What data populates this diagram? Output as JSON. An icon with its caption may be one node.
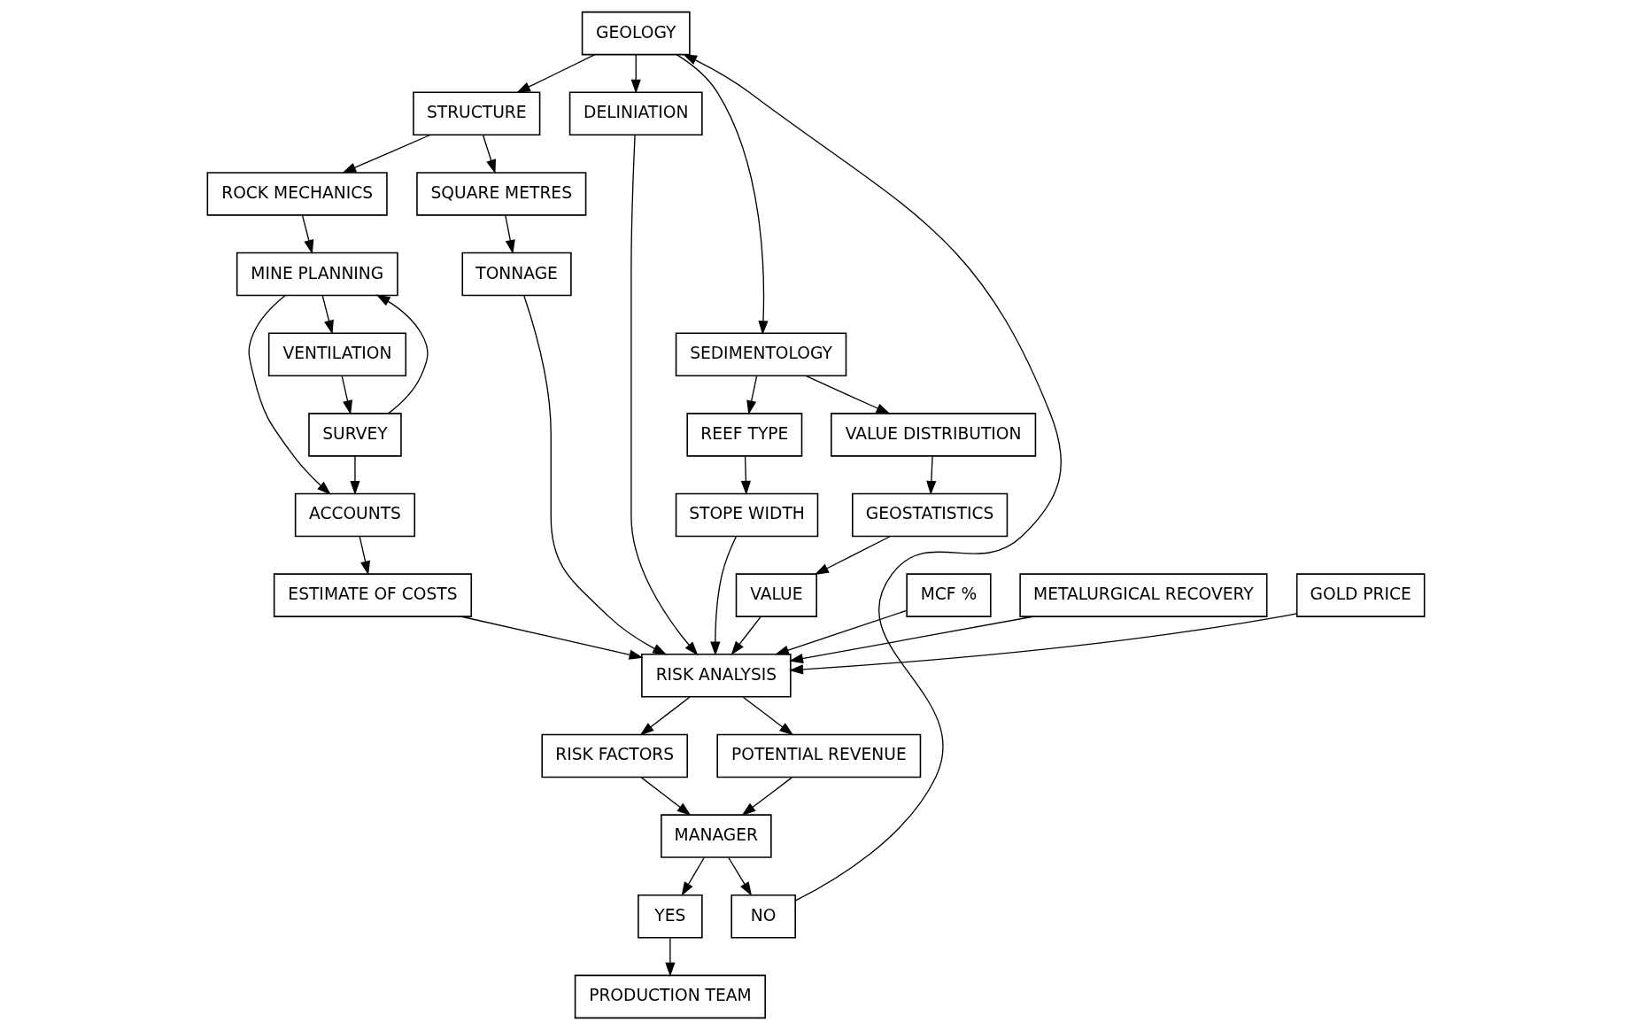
{
  "diagram": {
    "nodes": [
      {
        "text": [
          "GEOLOGY"
        ]
      },
      {
        "text": [
          "STRUCTURE"
        ]
      },
      {
        "text": [
          "DELINIATION"
        ]
      },
      {
        "text": [
          "SEDIMENTOLOGY"
        ]
      },
      {
        "text": [
          "REEF TYPE"
        ]
      },
      {
        "text": [
          "VALUE DISTRIBUTION"
        ]
      },
      {
        "text": [
          "ROCK MECHANICS"
        ]
      },
      {
        "text": [
          "SQUARE METRES"
        ]
      },
      {
        "text": [
          "STOPE WIDTH"
        ]
      },
      {
        "text": [
          "GEOSTATISTICS"
        ]
      },
      {
        "text": [
          "TONNAGE"
        ]
      },
      {
        "text": [
          "VALUE"
        ]
      },
      {
        "text": [
          "ACCOUNTS"
        ]
      },
      {
        "text": [
          "MCF %"
        ]
      },
      {
        "text": [
          "RISK ANALYSIS"
        ]
      },
      {
        "text": [
          "METALURGICAL RECOVERY"
        ]
      },
      {
        "text": [
          "ESTIMATE OF COSTS"
        ]
      },
      {
        "text": [
          "GOLD PRICE"
        ]
      },
      {
        "text": [
          "MINE PLANNING"
        ]
      },
      {
        "text": [
          "RISK FACTORS"
        ]
      },
      {
        "text": [
          "POTENTIAL REVENUE"
        ]
      },
      {
        "text": [
          "SURVEY"
        ]
      },
      {
        "text": [
          "YES"
        ]
      },
      {
        "text": [
          "MANAGER"
        ]
      },
      {
        "text": [
          "VENTILATION"
        ]
      },
      {
        "text": [
          "PRODUCTION TEAM"
        ]
      },
      {
        "text": [
          "NO"
        ]
      }
    ],
    "edges": [
      {
        "from": 0,
        "to": 1,
        "arrow": "to"
      },
      {
        "from": 0,
        "to": 2,
        "arrow": "to"
      },
      {
        "from": 0,
        "to": 3,
        "arrow": "to"
      },
      {
        "from": 3,
        "to": 4,
        "arrow": "to"
      },
      {
        "from": 3,
        "to": 5,
        "arrow": "to"
      },
      {
        "from": 1,
        "to": 6,
        "arrow": "to"
      },
      {
        "from": 1,
        "to": 7,
        "arrow": "to"
      },
      {
        "from": 2,
        "to": 14,
        "arrow": "to"
      },
      {
        "from": 4,
        "to": 8,
        "arrow": "to"
      },
      {
        "from": 5,
        "to": 9,
        "arrow": "to"
      },
      {
        "from": 7,
        "to": 10,
        "arrow": "to"
      },
      {
        "from": 9,
        "to": 11,
        "arrow": "to"
      },
      {
        "from": 8,
        "to": 14,
        "arrow": "to"
      },
      {
        "from": 10,
        "to": 14,
        "arrow": "to"
      },
      {
        "from": 11,
        "to": 14,
        "arrow": "to"
      },
      {
        "from": 13,
        "to": 14,
        "arrow": "to"
      },
      {
        "from": 15,
        "to": 14,
        "arrow": "to"
      },
      {
        "from": 17,
        "to": 14,
        "arrow": "to"
      },
      {
        "from": 16,
        "to": 14,
        "arrow": "to"
      },
      {
        "from": 12,
        "to": 16,
        "arrow": "to"
      },
      {
        "from": 6,
        "to": 18,
        "arrow": "to"
      },
      {
        "from": 18,
        "to": 12,
        "arrow": "to"
      },
      {
        "from": 21,
        "to": 12,
        "arrow": "to"
      },
      {
        "from": 21,
        "to": 18,
        "arrow": "to"
      },
      {
        "from": 18,
        "to": 24,
        "arrow": "to"
      },
      {
        "from": 24,
        "to": 21,
        "arrow": "to"
      },
      {
        "from": 14,
        "to": 19,
        "arrow": "to"
      },
      {
        "from": 14,
        "to": 20,
        "arrow": "to"
      },
      {
        "from": 19,
        "to": 23,
        "arrow": "to"
      },
      {
        "from": 20,
        "to": 23,
        "arrow": "to"
      },
      {
        "from": 23,
        "to": 22,
        "arrow": "to"
      },
      {
        "from": 22,
        "to": 25,
        "arrow": "to"
      },
      {
        "from": 23,
        "to": 26,
        "arrow": "to"
      },
      {
        "from": 26,
        "to": 0,
        "arrow": "to"
      }
    ]
  }
}
